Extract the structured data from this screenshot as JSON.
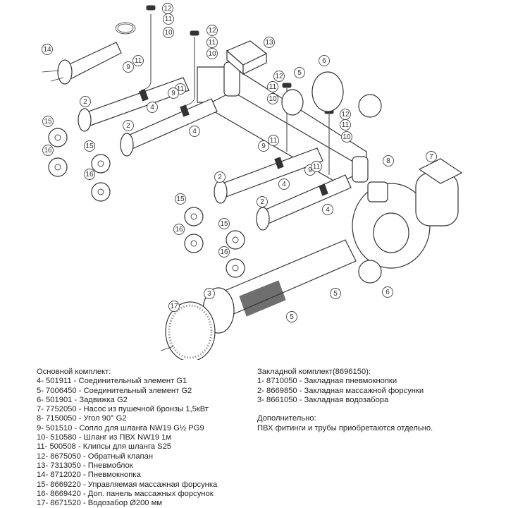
{
  "diagram": {
    "callouts": [
      "12",
      "11",
      "10",
      "12",
      "11",
      "10",
      "13",
      "9",
      "11",
      "4",
      "11",
      "9",
      "4",
      "2",
      "2",
      "6",
      "5",
      "12",
      "11",
      "10",
      "12",
      "11",
      "10",
      "9",
      "11",
      "2",
      "15",
      "16",
      "9",
      "11",
      "4",
      "2",
      "4",
      "15",
      "16",
      "8",
      "7",
      "3",
      "5",
      "5",
      "6",
      "17",
      "14",
      "15",
      "16",
      "15",
      "16"
    ]
  },
  "main_kit": {
    "title": "Основной комплект:",
    "items": [
      "4- 501911 - Соединительный элемент G1",
      "5- 7006450 - Соединительный элемент G2",
      "6- 501901 - Задвижка G2",
      "7- 7752050 - Насос из пушечной бронзы 1,5кВт",
      "8- 7150050 - Угол 90° G2",
      "9- 501510 - Сопло для шланга NW19 G½ PG9",
      "10- 510580 - Шланг из ПВХ NW19 1м",
      "11- 500508 - Клипсы для шланга S25",
      "12- 8675050 - Обратный клапан",
      "13- 7313050 - Пневмоблок",
      "14- 8712020 - Пневмокнопка",
      "15- 8669220 - Управляемая массажная форсунка",
      "16- 8669420 - Доп. панель массажных форсунок",
      "17- 8671520 - Водозабор Ø200 мм"
    ]
  },
  "embedded_kit": {
    "title": "Закладной комплект(8696150):",
    "items": [
      "1- 8710050 - Закладная пневмокнопки",
      "2- 8669850 - Закладная массажной форсунки",
      "3- 8661050 - Закладная водозабора"
    ]
  },
  "additional": {
    "title": "Дополнительно:",
    "text": "ПВХ фитинги и трубы приобретаются отдельно."
  }
}
